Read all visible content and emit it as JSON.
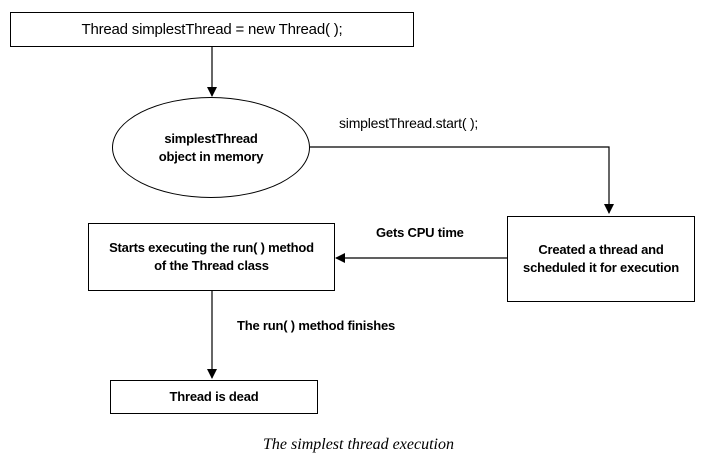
{
  "nodes": {
    "new_thread": "Thread simplestThread = new Thread( );",
    "object_in_memory": "simplestThread\nobject in memory",
    "created_thread": "Created a thread and\nscheduled it for execution",
    "starts_executing": "Starts executing the run( ) method\nof the Thread class",
    "thread_dead": "Thread is dead"
  },
  "edges": {
    "start_call": "simplestThread.start( );",
    "gets_cpu": "Gets CPU time",
    "run_finishes": "The run( ) method finishes"
  },
  "caption": "The simplest thread execution"
}
